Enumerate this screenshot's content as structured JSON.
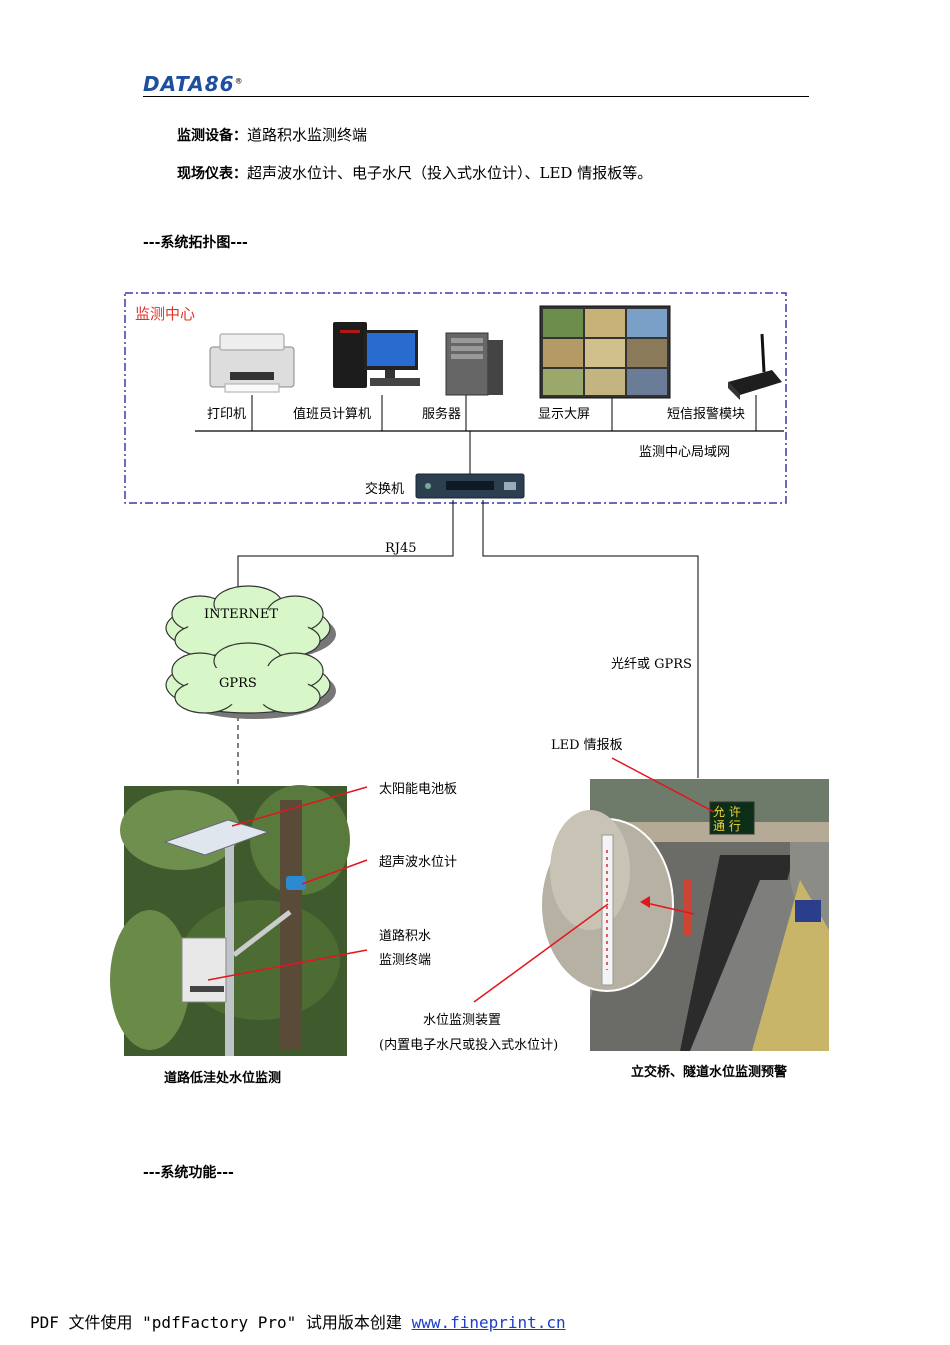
{
  "header": {
    "logo_text": "DATA86",
    "logo_mark": "®"
  },
  "intro": {
    "device_label": "监测设备：",
    "device_value": "道路积水监测终端",
    "instrument_label": "现场仪表：",
    "instrument_value": "超声波水位计、电子水尺（投入式水位计）、LED 情报板等。"
  },
  "sections": {
    "topology": "---系统拓扑图---",
    "functions": "---系统功能---"
  },
  "topology": {
    "center_title": "监测中心",
    "devices": [
      "打印机",
      "值班员计算机",
      "服务器",
      "显示大屏",
      "短信报警模块"
    ],
    "lan_label": "监测中心局域网",
    "switch_label": "交换机",
    "rj45_label": "RJ45",
    "cloud_internet": "INTERNET",
    "cloud_gprs": "GPRS",
    "fiber_label": "光纤或 GPRS",
    "led_label": "LED 情报板",
    "solar_label": "太阳能电池板",
    "ultrasonic_label": "超声波水位计",
    "terminal_label_1": "道路积水",
    "terminal_label_2": "监测终端",
    "water_device_1": "水位监测装置",
    "water_device_2": "(内置电子水尺或投入式水位计)",
    "led_sign_1": "允 许",
    "led_sign_2": "通 行",
    "caption_left": "道路低洼处水位监测",
    "caption_right": "立交桥、隧道水位监测预警"
  },
  "footer": {
    "text": "PDF 文件使用 \"pdfFactory Pro\" 试用版本创建 ",
    "link": "www.fineprint.cn"
  }
}
